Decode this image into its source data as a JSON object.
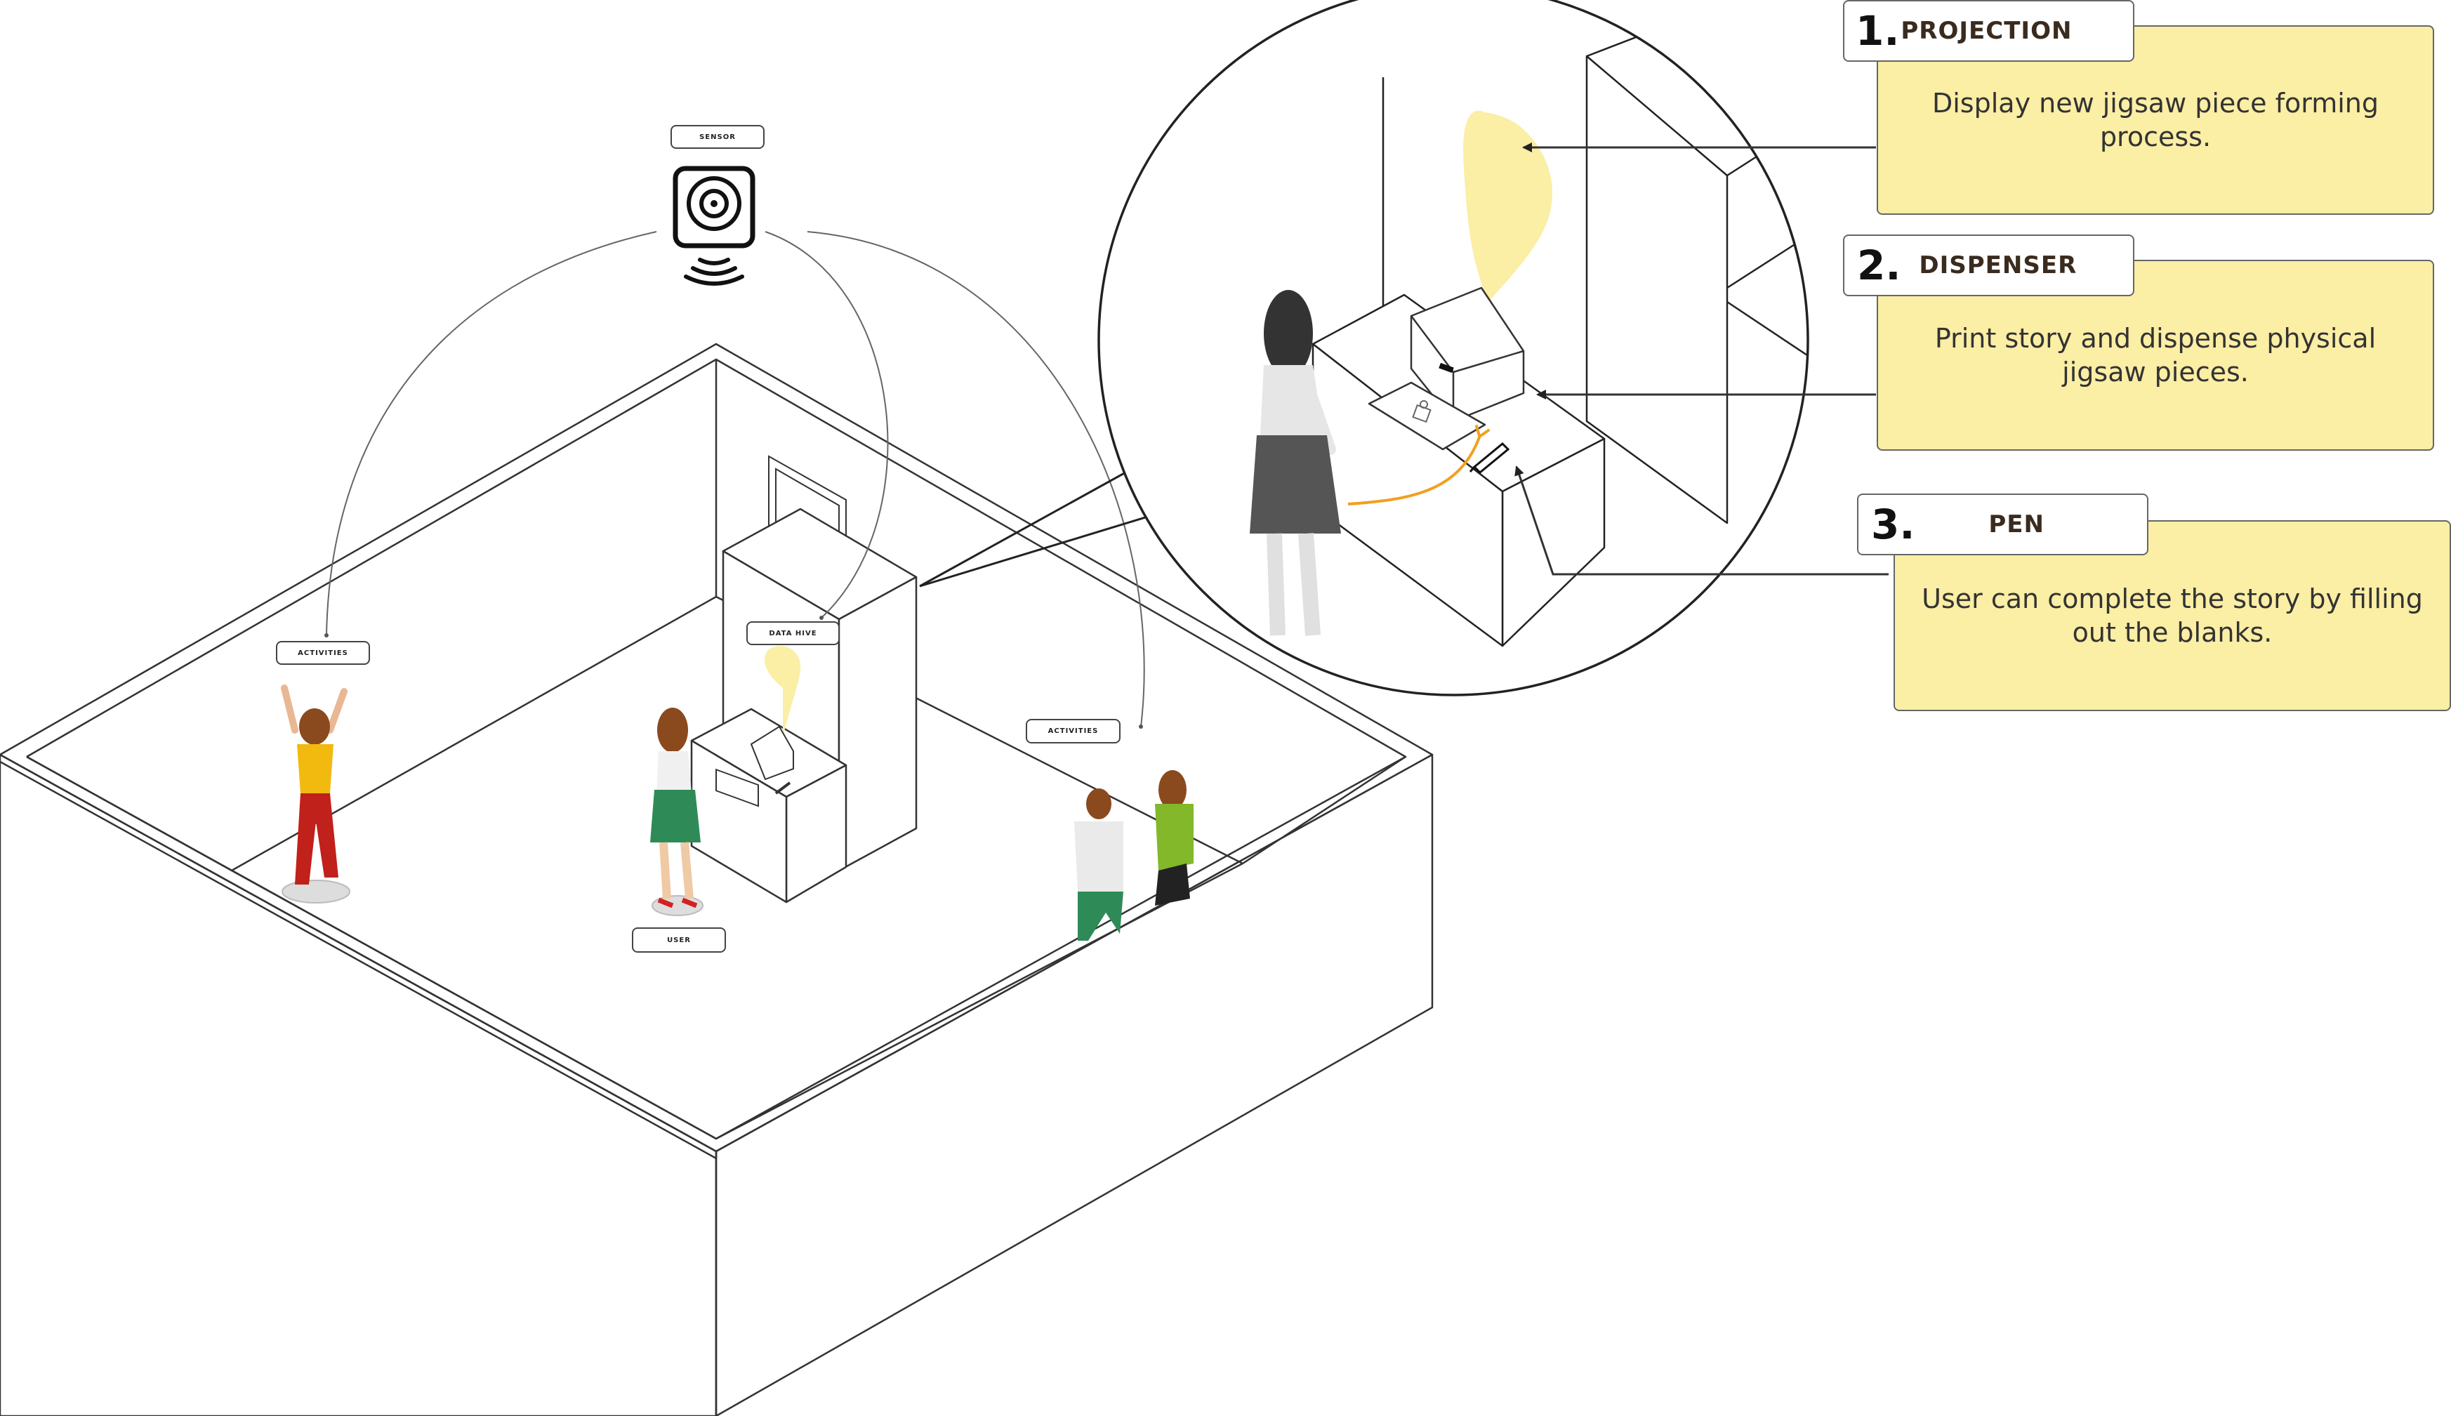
{
  "labels": {
    "sensor": "SENSOR",
    "activities_left": "ACTIVITIES",
    "activities_right": "ACTIVITIES",
    "data_hive": "DATA HIVE",
    "user": "USER"
  },
  "callouts": [
    {
      "number": "1.",
      "title": "PROJECTION",
      "text": "Display new jigsaw piece forming process."
    },
    {
      "number": "2.",
      "title": "DISPENSER",
      "text": "Print story and dispense physical jigsaw pieces."
    },
    {
      "number": "3.",
      "title": "PEN",
      "text": "User can complete the story by filling out the blanks."
    }
  ],
  "colors": {
    "callout_fill": "#fbeea5",
    "projection_glow": "#fbeea5",
    "arrow_orange": "#f0a020",
    "line": "#333333"
  },
  "icons": [
    "sensor-icon",
    "wifi-signal-icon",
    "puzzle-piece-icon",
    "pen-icon"
  ]
}
